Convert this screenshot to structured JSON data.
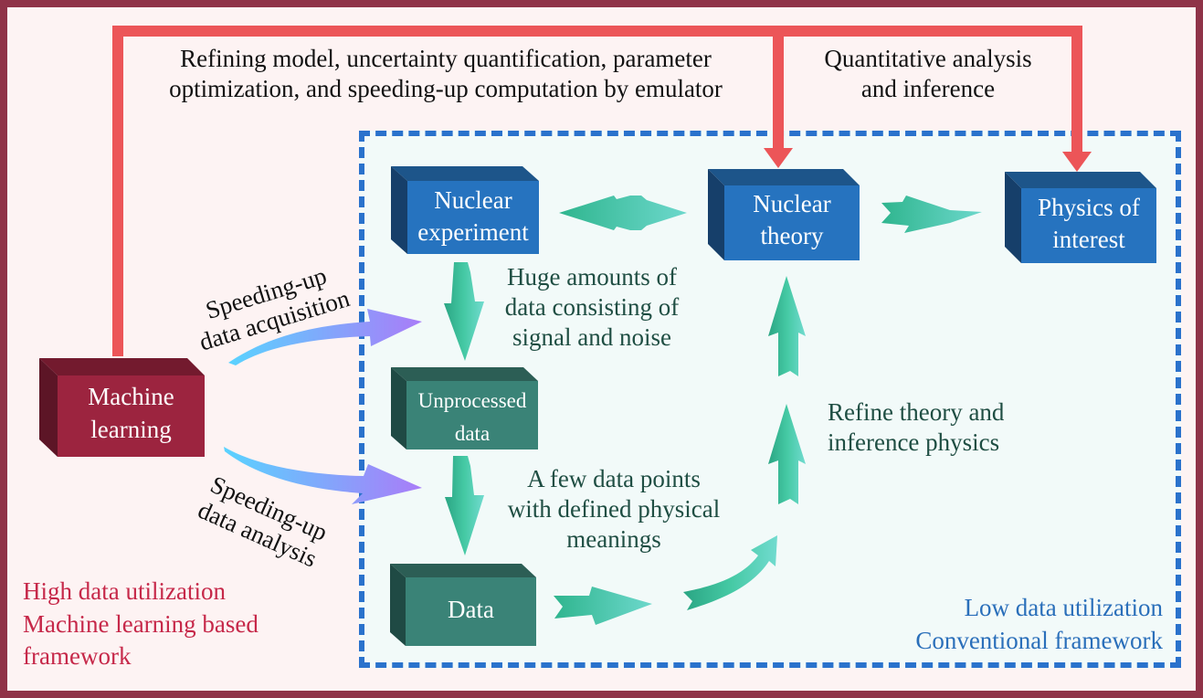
{
  "diagram": {
    "top_labels": {
      "ml_feedback": [
        "Refining model, uncertainty quantification, parameter",
        "optimization, and speeding-up computation by emulator"
      ],
      "analysis": [
        "Quantitative analysis",
        "and inference"
      ]
    },
    "boxes": {
      "nuclear_experiment": [
        "Nuclear",
        "experiment"
      ],
      "nuclear_theory": [
        "Nuclear",
        "theory"
      ],
      "physics_of_interest": [
        "Physics of",
        "interest"
      ],
      "unprocessed_data": [
        "Unprocessed",
        "data"
      ],
      "data": [
        "Data"
      ],
      "machine_learning": [
        "Machine",
        "learning"
      ]
    },
    "annotations": {
      "huge_data": [
        "Huge amounts of",
        "data consisting of",
        "signal and noise"
      ],
      "few_points": [
        "A few data points",
        "with defined physical",
        "meanings"
      ],
      "refine": [
        "Refine theory and",
        "inference physics"
      ],
      "speed_acq": [
        "Speeding-up",
        "data acquisition"
      ],
      "speed_ana": [
        "Speeding-up",
        "data analysis"
      ]
    },
    "legends": {
      "ml_framework": [
        "High data utilization",
        "Machine learning based",
        "framework"
      ],
      "conventional": [
        "Low data utilization",
        "Conventional framework"
      ]
    },
    "colors": {
      "outer_border": "#8f3348",
      "outer_bg": "#fdf3f3",
      "inner_border": "#2a72cc",
      "inner_bg": "#f2faf9",
      "feedback_arrow": "#ec5558",
      "blue_box": "#2673bf",
      "teal_box": "#3a8377",
      "ml_box": "#9c243f",
      "teal_arrow": "#3fc7a6",
      "purple_arrow": "#9a7cf7"
    }
  }
}
